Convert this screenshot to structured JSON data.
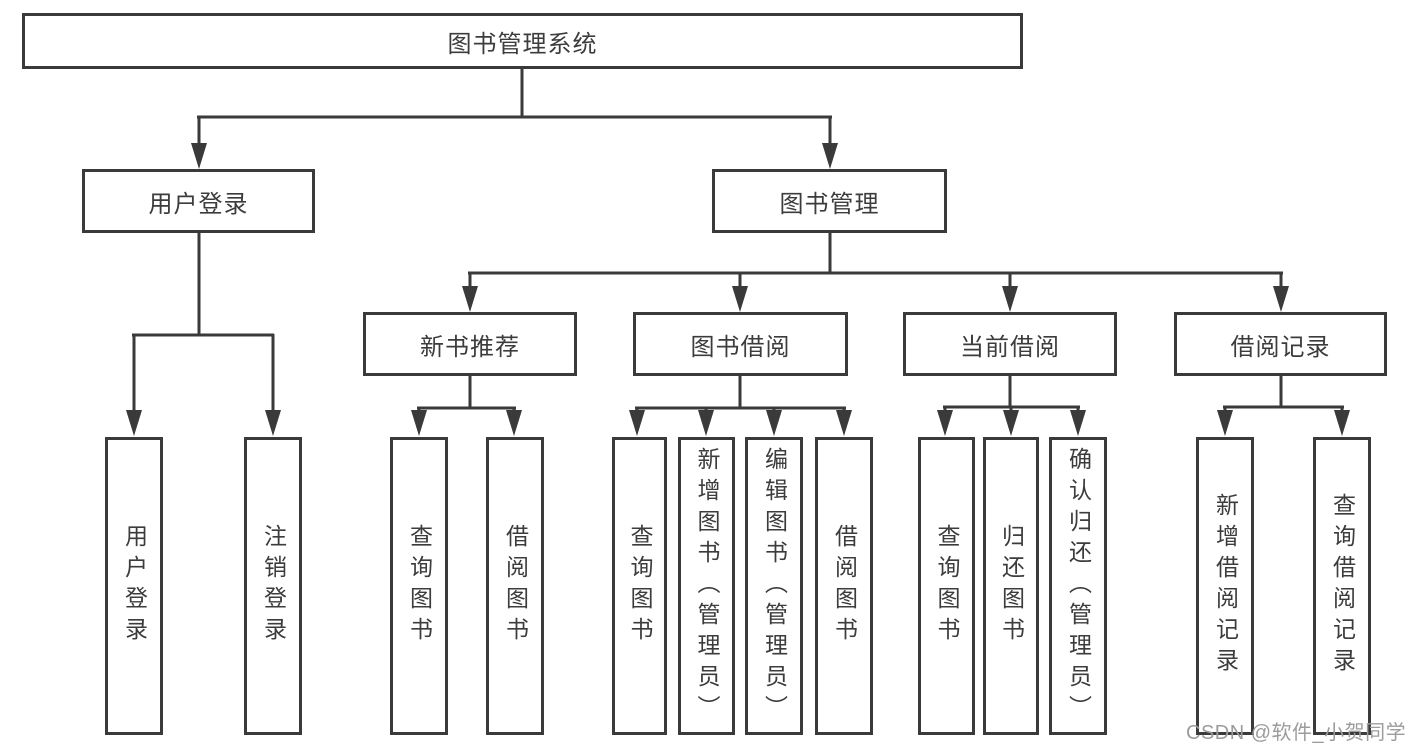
{
  "tree": {
    "root": {
      "label": "图书管理系统"
    },
    "branches": [
      {
        "label": "用户登录",
        "leaves": [
          {
            "label": "用户登录"
          },
          {
            "label": "注销登录"
          }
        ]
      },
      {
        "label": "图书管理",
        "groups": [
          {
            "label": "新书推荐",
            "leaves": [
              {
                "label": "查询图书"
              },
              {
                "label": "借阅图书"
              }
            ]
          },
          {
            "label": "图书借阅",
            "leaves": [
              {
                "label": "查询图书"
              },
              {
                "label": "新增图书（管理员）"
              },
              {
                "label": "编辑图书（管理员）"
              },
              {
                "label": "借阅图书"
              }
            ]
          },
          {
            "label": "当前借阅",
            "leaves": [
              {
                "label": "查询图书"
              },
              {
                "label": "归还图书"
              },
              {
                "label": "确认归还（管理员）"
              }
            ]
          },
          {
            "label": "借阅记录",
            "leaves": [
              {
                "label": "新增借阅记录"
              },
              {
                "label": "查询借阅记录"
              }
            ]
          }
        ]
      }
    ]
  },
  "watermark": {
    "text": "CSDN @软件_小贺同学"
  },
  "colors": {
    "line-color": "#3a3a3a",
    "text-color": "#3c3c3c",
    "bg-color": "#ffffff",
    "watermark-color": "#9c9c9c"
  }
}
